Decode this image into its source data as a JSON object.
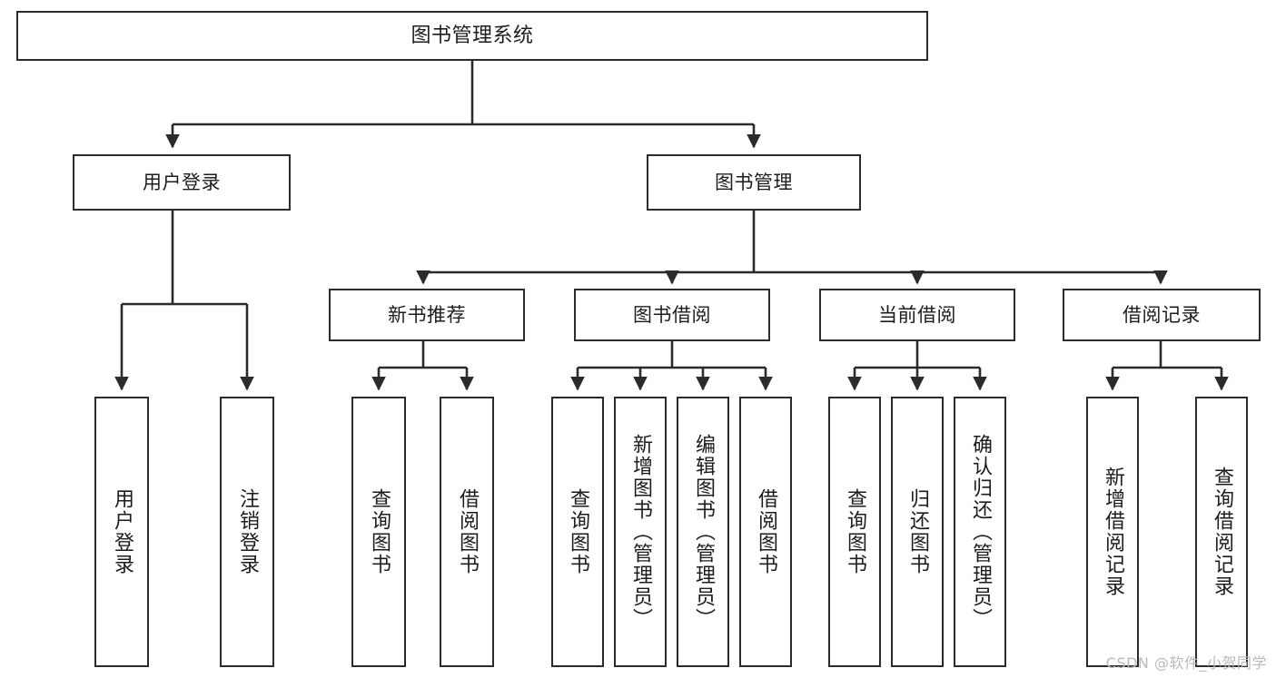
{
  "diagram": {
    "type": "tree",
    "title": "图书管理系统",
    "colors": {
      "background": "#ffffff",
      "node_fill": "#ffffff",
      "node_border": "#2b2b2b",
      "edge": "#2b2b2b",
      "text": "#1c1c1c",
      "watermark": "#b9b9b9"
    },
    "root": {
      "label": "图书管理系统"
    },
    "level2": [
      {
        "label": "用户登录"
      },
      {
        "label": "图书管理"
      }
    ],
    "level3": [
      {
        "label": "新书推荐"
      },
      {
        "label": "图书借阅"
      },
      {
        "label": "当前借阅"
      },
      {
        "label": "借阅记录"
      }
    ],
    "leaves": {
      "user_login": [
        {
          "label": "用户登录"
        },
        {
          "label": "注销登录"
        }
      ],
      "new_book_recommend": [
        {
          "label": "查询图书"
        },
        {
          "label": "借阅图书"
        }
      ],
      "book_borrow": [
        {
          "label": "查询图书"
        },
        {
          "label": "新增图书（管理员）"
        },
        {
          "label": "编辑图书（管理员）"
        },
        {
          "label": "借阅图书"
        }
      ],
      "current_borrow": [
        {
          "label": "查询图书"
        },
        {
          "label": "归还图书"
        },
        {
          "label": "确认归还（管理员）"
        }
      ],
      "borrow_record": [
        {
          "label": "新增借阅记录"
        },
        {
          "label": "查询借阅记录"
        }
      ]
    },
    "watermark": "CSDN @软件_小贺同学"
  }
}
